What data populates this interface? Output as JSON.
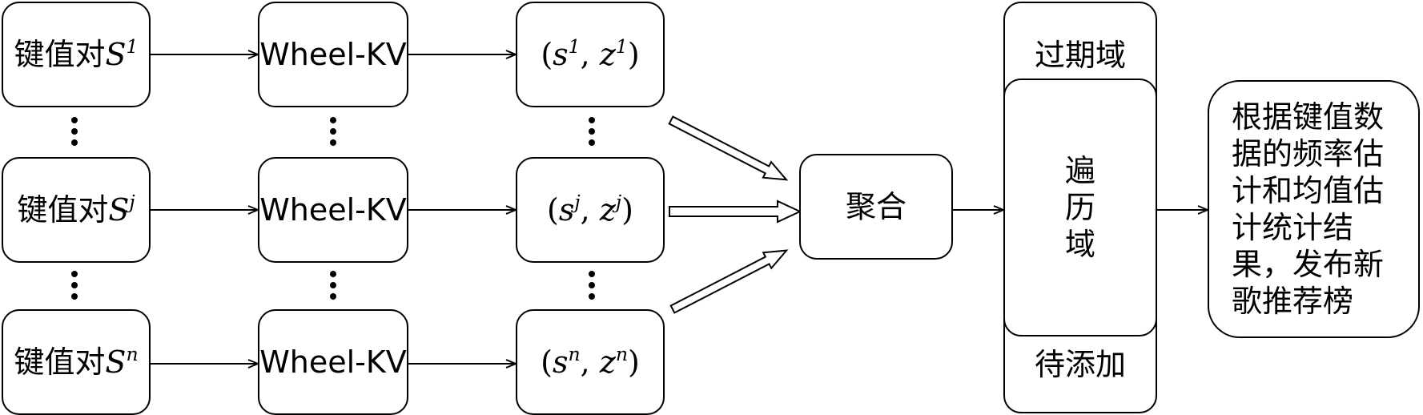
{
  "rows": [
    {
      "key_label": "键值对",
      "key_var": "S",
      "sup": "1",
      "wheel": "Wheel-KV",
      "pair_s": "s",
      "pair_z": "z"
    },
    {
      "key_label": "键值对",
      "key_var": "S",
      "sup": "j",
      "wheel": "Wheel-KV",
      "pair_s": "s",
      "pair_z": "z"
    },
    {
      "key_label": "键值对",
      "key_var": "S",
      "sup": "n",
      "wheel": "Wheel-KV",
      "pair_s": "s",
      "pair_z": "z"
    }
  ],
  "aggregate": "聚合",
  "expired_domain": "过期域",
  "traverse_domain": [
    "遍",
    "历",
    "域"
  ],
  "pending_domain": "待添加",
  "result": "根据键值数据的频率估计和均值估计统计结果，发布新歌推荐榜"
}
